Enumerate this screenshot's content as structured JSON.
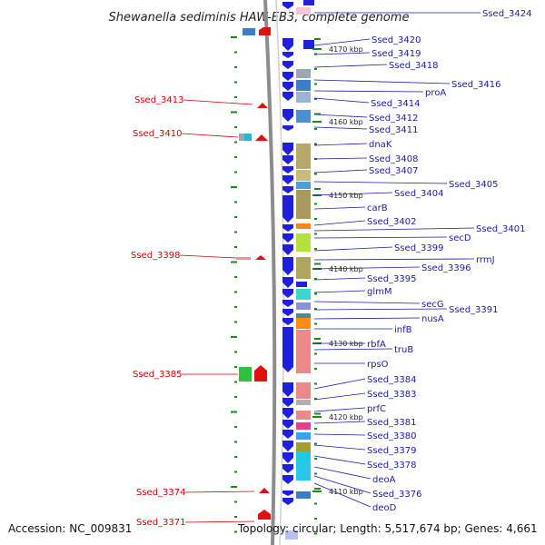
{
  "title": "Shewanella sediminis HAW-EB3, complete genome",
  "footer": {
    "accession": "Accession: NC_009831",
    "topology": "Topology: circular; Length: 5,517,674 bp; Genes: 4,661"
  },
  "colors": {
    "forward_gene": "#1f1fdc",
    "reverse_gene": "#e01010",
    "right_label": "#1a1aa6",
    "left_label": "#d40000",
    "backbone": "#8c8c8c",
    "tick": "#1a8a1a"
  },
  "kbp_marks": [
    {
      "label": "4170 kbp"
    },
    {
      "label": "4160 kbp"
    },
    {
      "label": "4150 kbp"
    },
    {
      "label": "4140 kbp"
    },
    {
      "label": "4130 kbp"
    },
    {
      "label": "4120 kbp"
    },
    {
      "label": "4110 kbp"
    }
  ],
  "right_labels": [
    {
      "name": "Ssed_3424"
    },
    {
      "name": "Ssed_3420"
    },
    {
      "name": "Ssed_3419"
    },
    {
      "name": "Ssed_3418"
    },
    {
      "name": "Ssed_3416"
    },
    {
      "name": "proA"
    },
    {
      "name": "Ssed_3414"
    },
    {
      "name": "Ssed_3412"
    },
    {
      "name": "Ssed_3411"
    },
    {
      "name": "dnaK"
    },
    {
      "name": "Ssed_3408"
    },
    {
      "name": "Ssed_3407"
    },
    {
      "name": "Ssed_3405"
    },
    {
      "name": "Ssed_3404"
    },
    {
      "name": "carB"
    },
    {
      "name": "Ssed_3402"
    },
    {
      "name": "Ssed_3401"
    },
    {
      "name": "secD"
    },
    {
      "name": "Ssed_3399"
    },
    {
      "name": "rrmJ"
    },
    {
      "name": "Ssed_3396"
    },
    {
      "name": "Ssed_3395"
    },
    {
      "name": "glmM"
    },
    {
      "name": "secG"
    },
    {
      "name": "Ssed_3391"
    },
    {
      "name": "nusA"
    },
    {
      "name": "infB"
    },
    {
      "name": "rbfA"
    },
    {
      "name": "truB"
    },
    {
      "name": "rpsO"
    },
    {
      "name": "Ssed_3384"
    },
    {
      "name": "Ssed_3383"
    },
    {
      "name": "prfC"
    },
    {
      "name": "Ssed_3381"
    },
    {
      "name": "Ssed_3380"
    },
    {
      "name": "Ssed_3379"
    },
    {
      "name": "Ssed_3378"
    },
    {
      "name": "deoA"
    },
    {
      "name": "Ssed_3376"
    },
    {
      "name": "deoD"
    }
  ],
  "left_labels": [
    {
      "name": "Ssed_3413"
    },
    {
      "name": "Ssed_3410"
    },
    {
      "name": "Ssed_3398"
    },
    {
      "name": "Ssed_3385"
    },
    {
      "name": "Ssed_3374"
    },
    {
      "name": "Ssed_3371"
    }
  ]
}
